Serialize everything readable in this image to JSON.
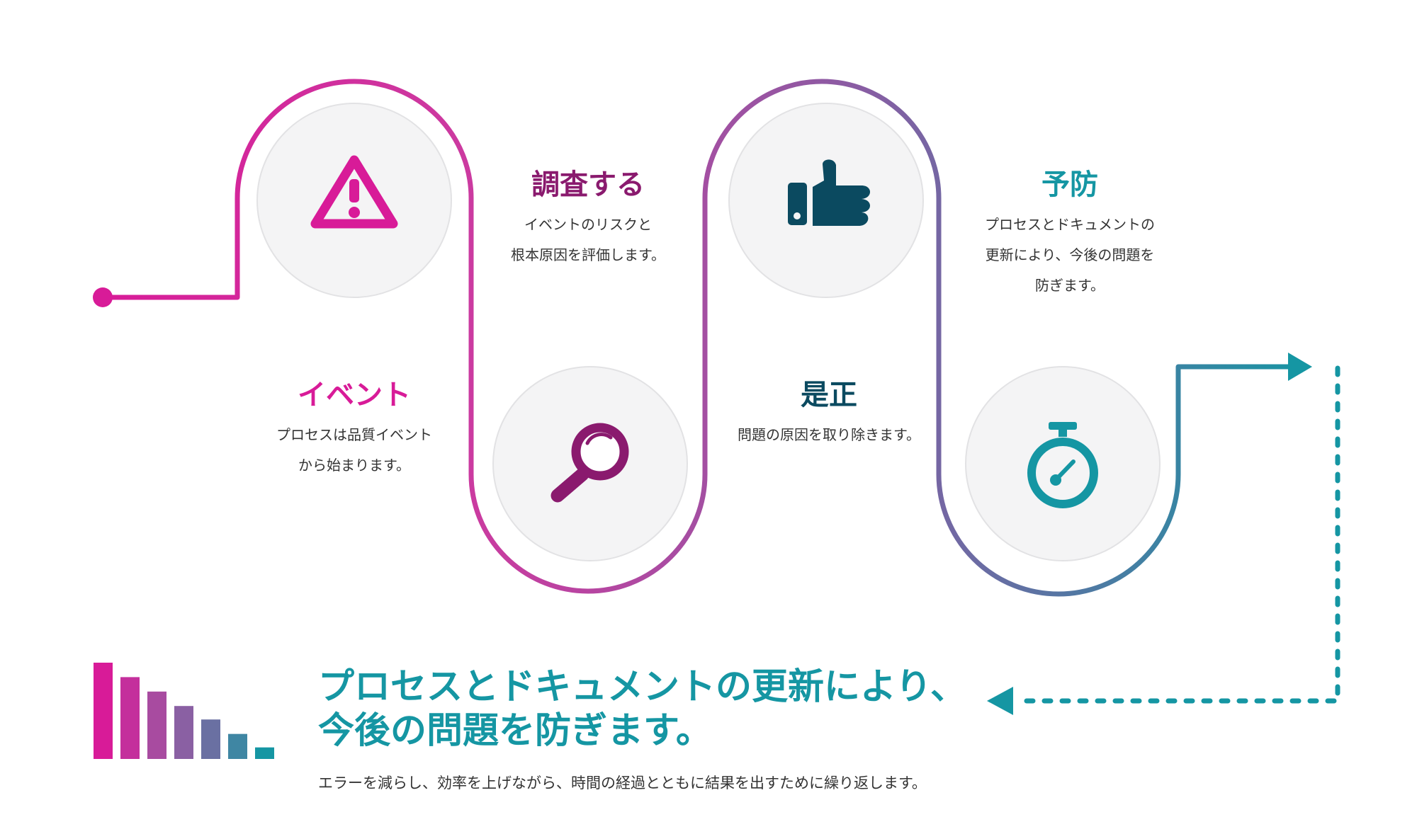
{
  "colors": {
    "magenta": "#d81b98",
    "plum": "#8a1a6e",
    "navy": "#0b4a60",
    "teal": "#1596a3",
    "circle_fill": "#f4f4f5",
    "circle_stroke": "#e2e2e4"
  },
  "steps": [
    {
      "title": "イベント",
      "desc": [
        "プロセスは品質イベント",
        "から始まります。"
      ],
      "icon": "warning-icon"
    },
    {
      "title": "調査する",
      "desc": [
        "イベントのリスクと",
        "根本原因を評価します。"
      ],
      "icon": "magnifier-icon"
    },
    {
      "title": "是正",
      "desc": [
        "問題の原因を取り除きます。"
      ],
      "icon": "thumbs-up-icon"
    },
    {
      "title": "予防",
      "desc": [
        "プロセスとドキュメントの",
        "更新により、今後の問題を",
        "防ぎます。"
      ],
      "icon": "stopwatch-icon"
    }
  ],
  "summary": {
    "headline_line1": "プロセスとドキュメントの更新により、",
    "headline_line2": "今後の問題を防ぎます。",
    "subtext": "エラーを減らし、効率を上げながら、時間の経過とともに結果を出すために繰り返します。"
  },
  "decor": {
    "bar_levels": [
      1.0,
      0.85,
      0.7,
      0.55,
      0.41,
      0.26,
      0.12
    ],
    "bar_colors": [
      "#d81b98",
      "#c42f9c",
      "#a84ba0",
      "#8a60a3",
      "#6a70a2",
      "#3f86a3",
      "#1596a3"
    ]
  }
}
